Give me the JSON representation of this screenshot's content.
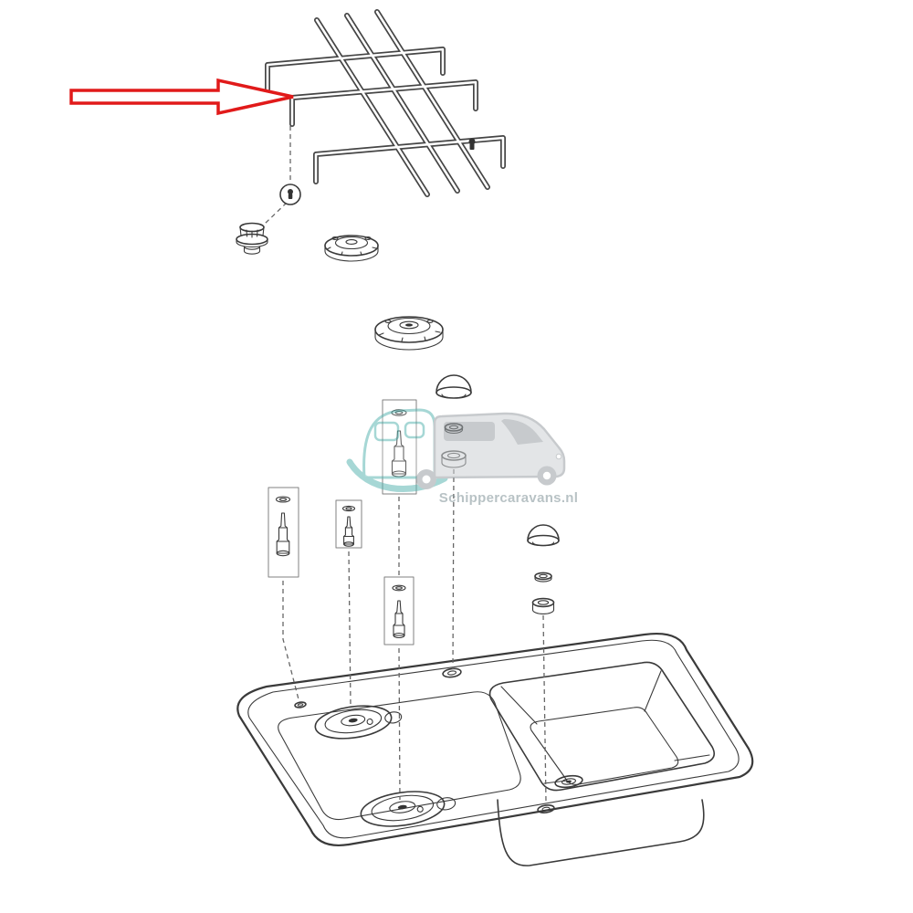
{
  "watermark": {
    "text": "Schippercaravans.nl"
  },
  "colors": {
    "arrow_red": "#e11a1a",
    "line_dark": "#3a3a3a",
    "wm_teal": "#5fb7b3",
    "wm_gray": "#9aa0a5",
    "wm_gray_light": "#cdd1d4",
    "wm_text": "#7f9296"
  },
  "diagram": {
    "type": "exploded-parts-diagram",
    "highlighted_part": "pan-support-grid",
    "parts": [
      "pan-support-grid",
      "grid-foot",
      "grid-foot-detail",
      "burner-cap-small",
      "burner-base-medium",
      "burner-base-large",
      "burner-dome-center",
      "seal-ring-center",
      "spacer-ring-center",
      "jet-assembly-box-1",
      "jet-assembly-box-2",
      "jet-assembly-box-3",
      "jet-assembly-box-4",
      "burner-dome-right",
      "seal-ring-right",
      "spacer-ring-right",
      "sink-hob-unit",
      "hob-tray",
      "burner-recess-rear",
      "burner-recess-front",
      "sink-bowl",
      "drain-hole",
      "tap-hole",
      "overflow-hole",
      "corner-hole"
    ]
  }
}
